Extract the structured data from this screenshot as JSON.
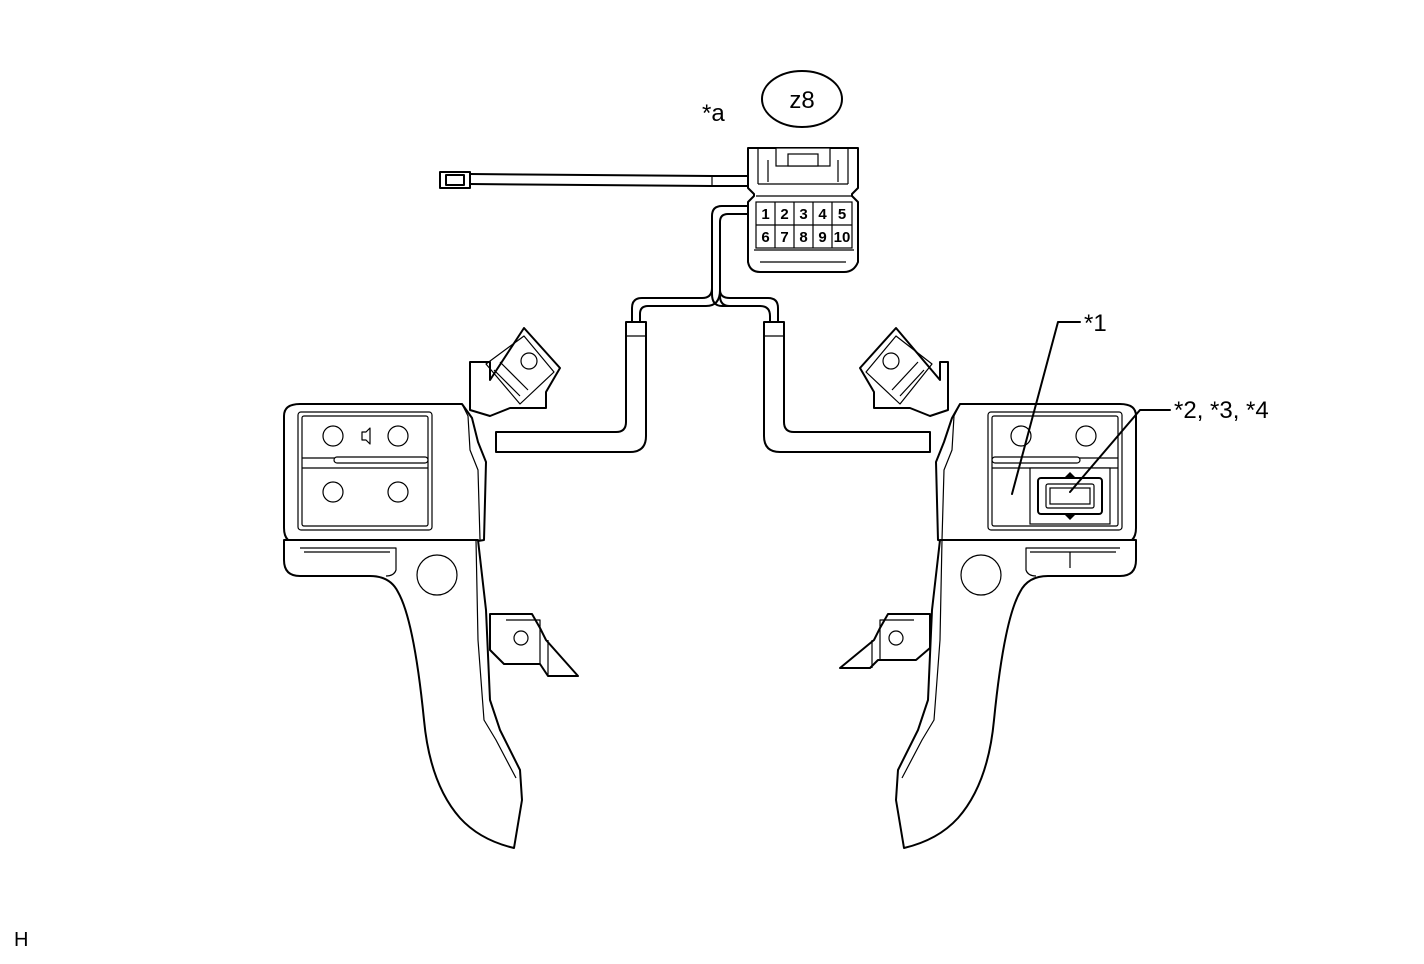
{
  "labels": {
    "connector_callout": "*a",
    "connector_code": "z8",
    "part_1": "*1",
    "parts_2_3_4": "*2, *3, *4",
    "corner_mark": "H"
  },
  "connector_pins": {
    "row1": [
      "1",
      "2",
      "3",
      "4",
      "5"
    ],
    "row2": [
      "6",
      "7",
      "8",
      "9",
      "10"
    ]
  }
}
